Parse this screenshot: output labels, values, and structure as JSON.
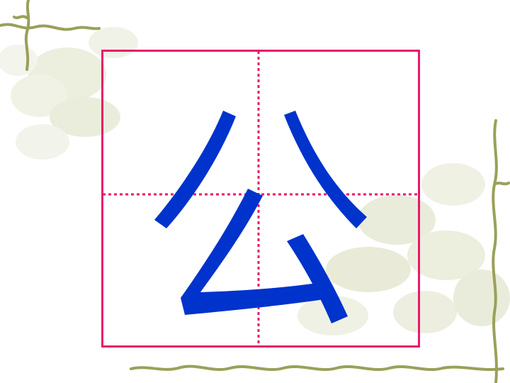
{
  "slide": {
    "character": "公"
  },
  "colors": {
    "grid_border": "#e8186a",
    "grid_guides": "#e8186a",
    "character_fill": "#0033cc",
    "vine": "#9aa05a",
    "flower": "#e6e8d2"
  },
  "decoration": {
    "top_left_vine": "decorative-vine",
    "bottom_vine": "decorative-vine",
    "right_vine": "decorative-vine",
    "flowers": "decorative-floral-watermark"
  }
}
